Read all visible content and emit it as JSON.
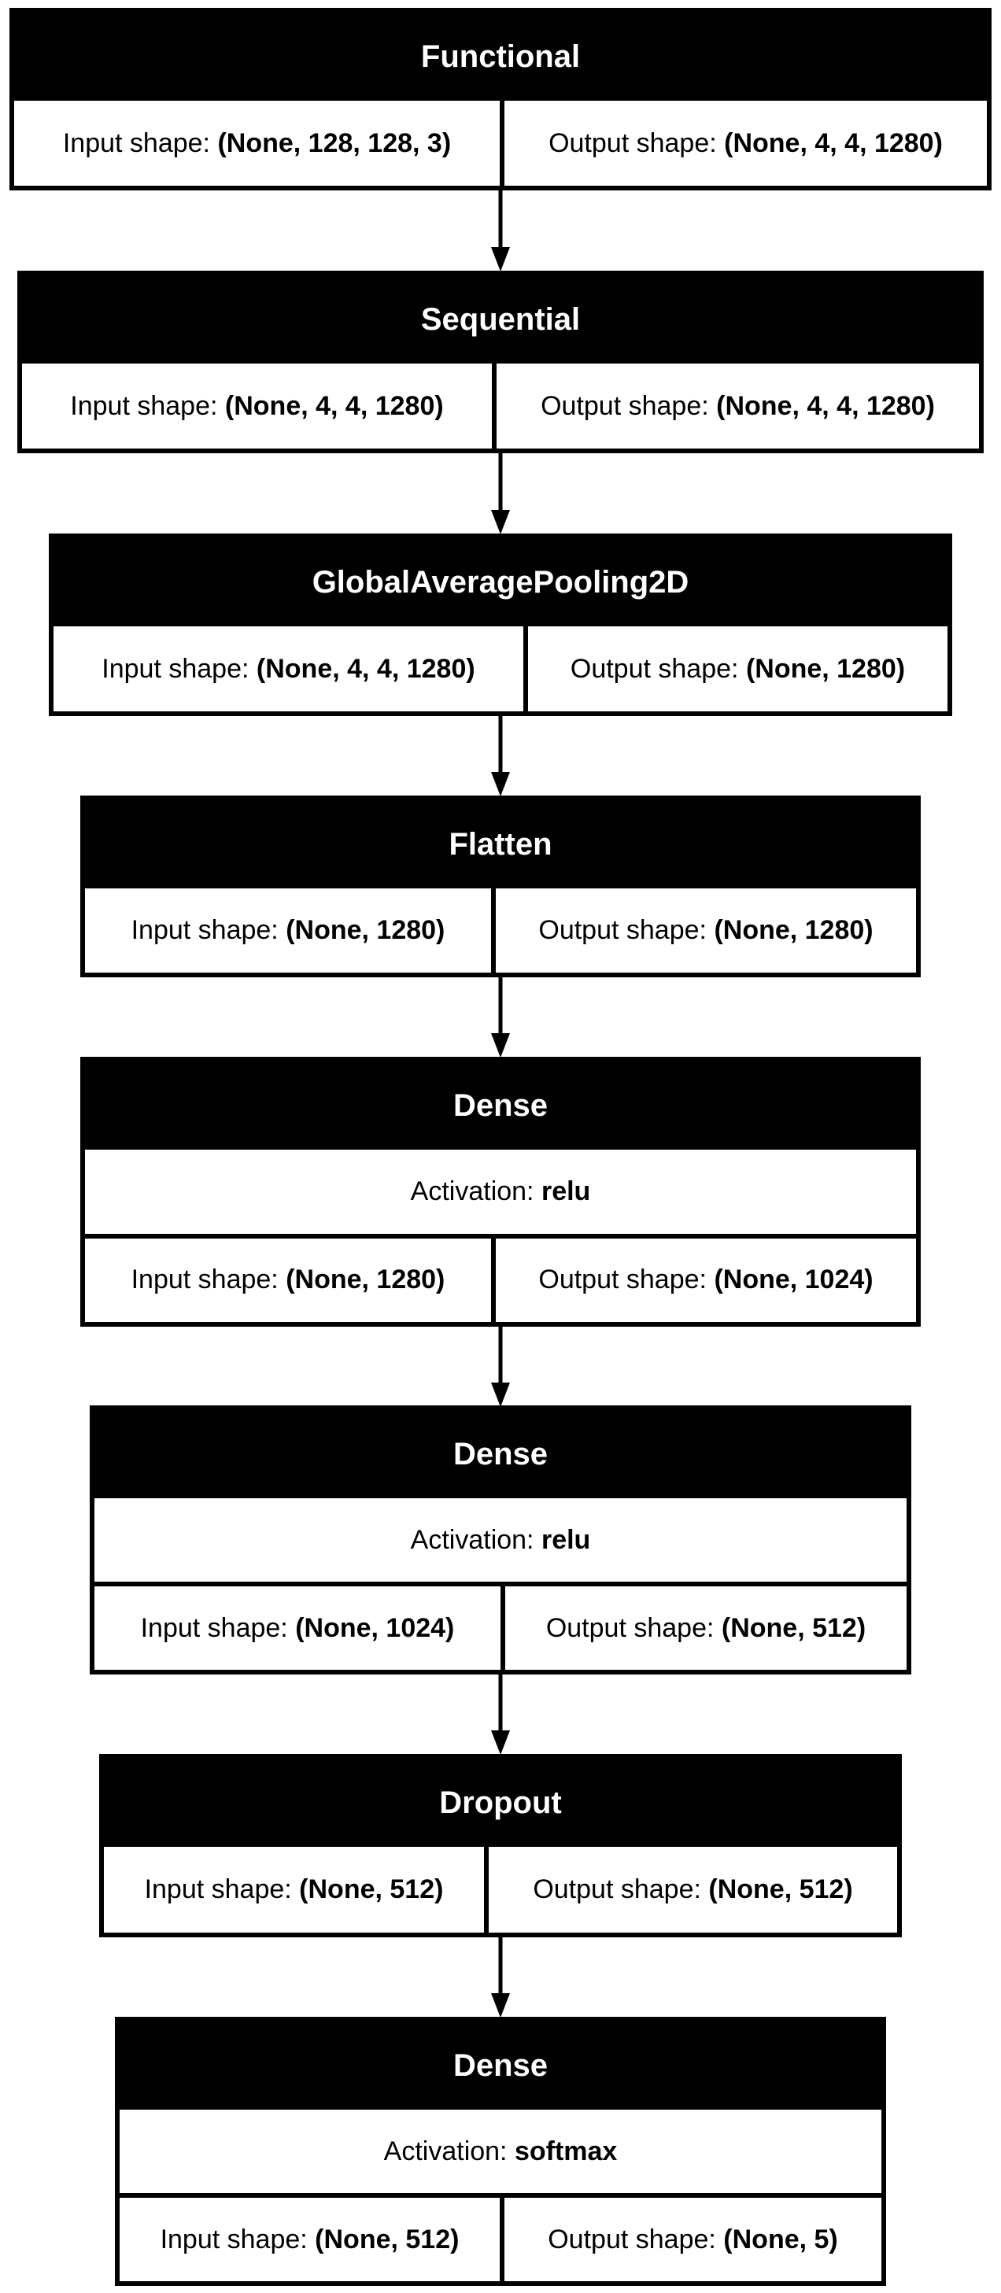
{
  "layers": [
    {
      "name": "Functional",
      "input_label": "Input shape: ",
      "input_value": "(None, 128, 128, 3)",
      "output_label": "Output shape: ",
      "output_value": "(None, 4, 4, 1280)"
    },
    {
      "name": "Sequential",
      "input_label": "Input shape: ",
      "input_value": "(None, 4, 4, 1280)",
      "output_label": "Output shape: ",
      "output_value": "(None, 4, 4, 1280)"
    },
    {
      "name": "GlobalAveragePooling2D",
      "input_label": "Input shape: ",
      "input_value": "(None, 4, 4, 1280)",
      "output_label": "Output shape: ",
      "output_value": "(None, 1280)"
    },
    {
      "name": "Flatten",
      "input_label": "Input shape: ",
      "input_value": "(None, 1280)",
      "output_label": "Output shape: ",
      "output_value": "(None, 1280)"
    },
    {
      "name": "Dense",
      "activation_label": "Activation: ",
      "activation_value": "relu",
      "input_label": "Input shape: ",
      "input_value": "(None, 1280)",
      "output_label": "Output shape: ",
      "output_value": "(None, 1024)"
    },
    {
      "name": "Dense",
      "activation_label": "Activation: ",
      "activation_value": "relu",
      "input_label": "Input shape: ",
      "input_value": "(None, 1024)",
      "output_label": "Output shape: ",
      "output_value": "(None, 512)"
    },
    {
      "name": "Dropout",
      "input_label": "Input shape: ",
      "input_value": "(None, 512)",
      "output_label": "Output shape: ",
      "output_value": "(None, 512)"
    },
    {
      "name": "Dense",
      "activation_label": "Activation: ",
      "activation_value": "softmax",
      "input_label": "Input shape: ",
      "input_value": "(None, 512)",
      "output_label": "Output shape: ",
      "output_value": "(None, 5)"
    }
  ],
  "colors": {
    "header": "#000000",
    "header_text": "#ffffff",
    "cell_bg": "#ffffff",
    "border": "#000000"
  }
}
